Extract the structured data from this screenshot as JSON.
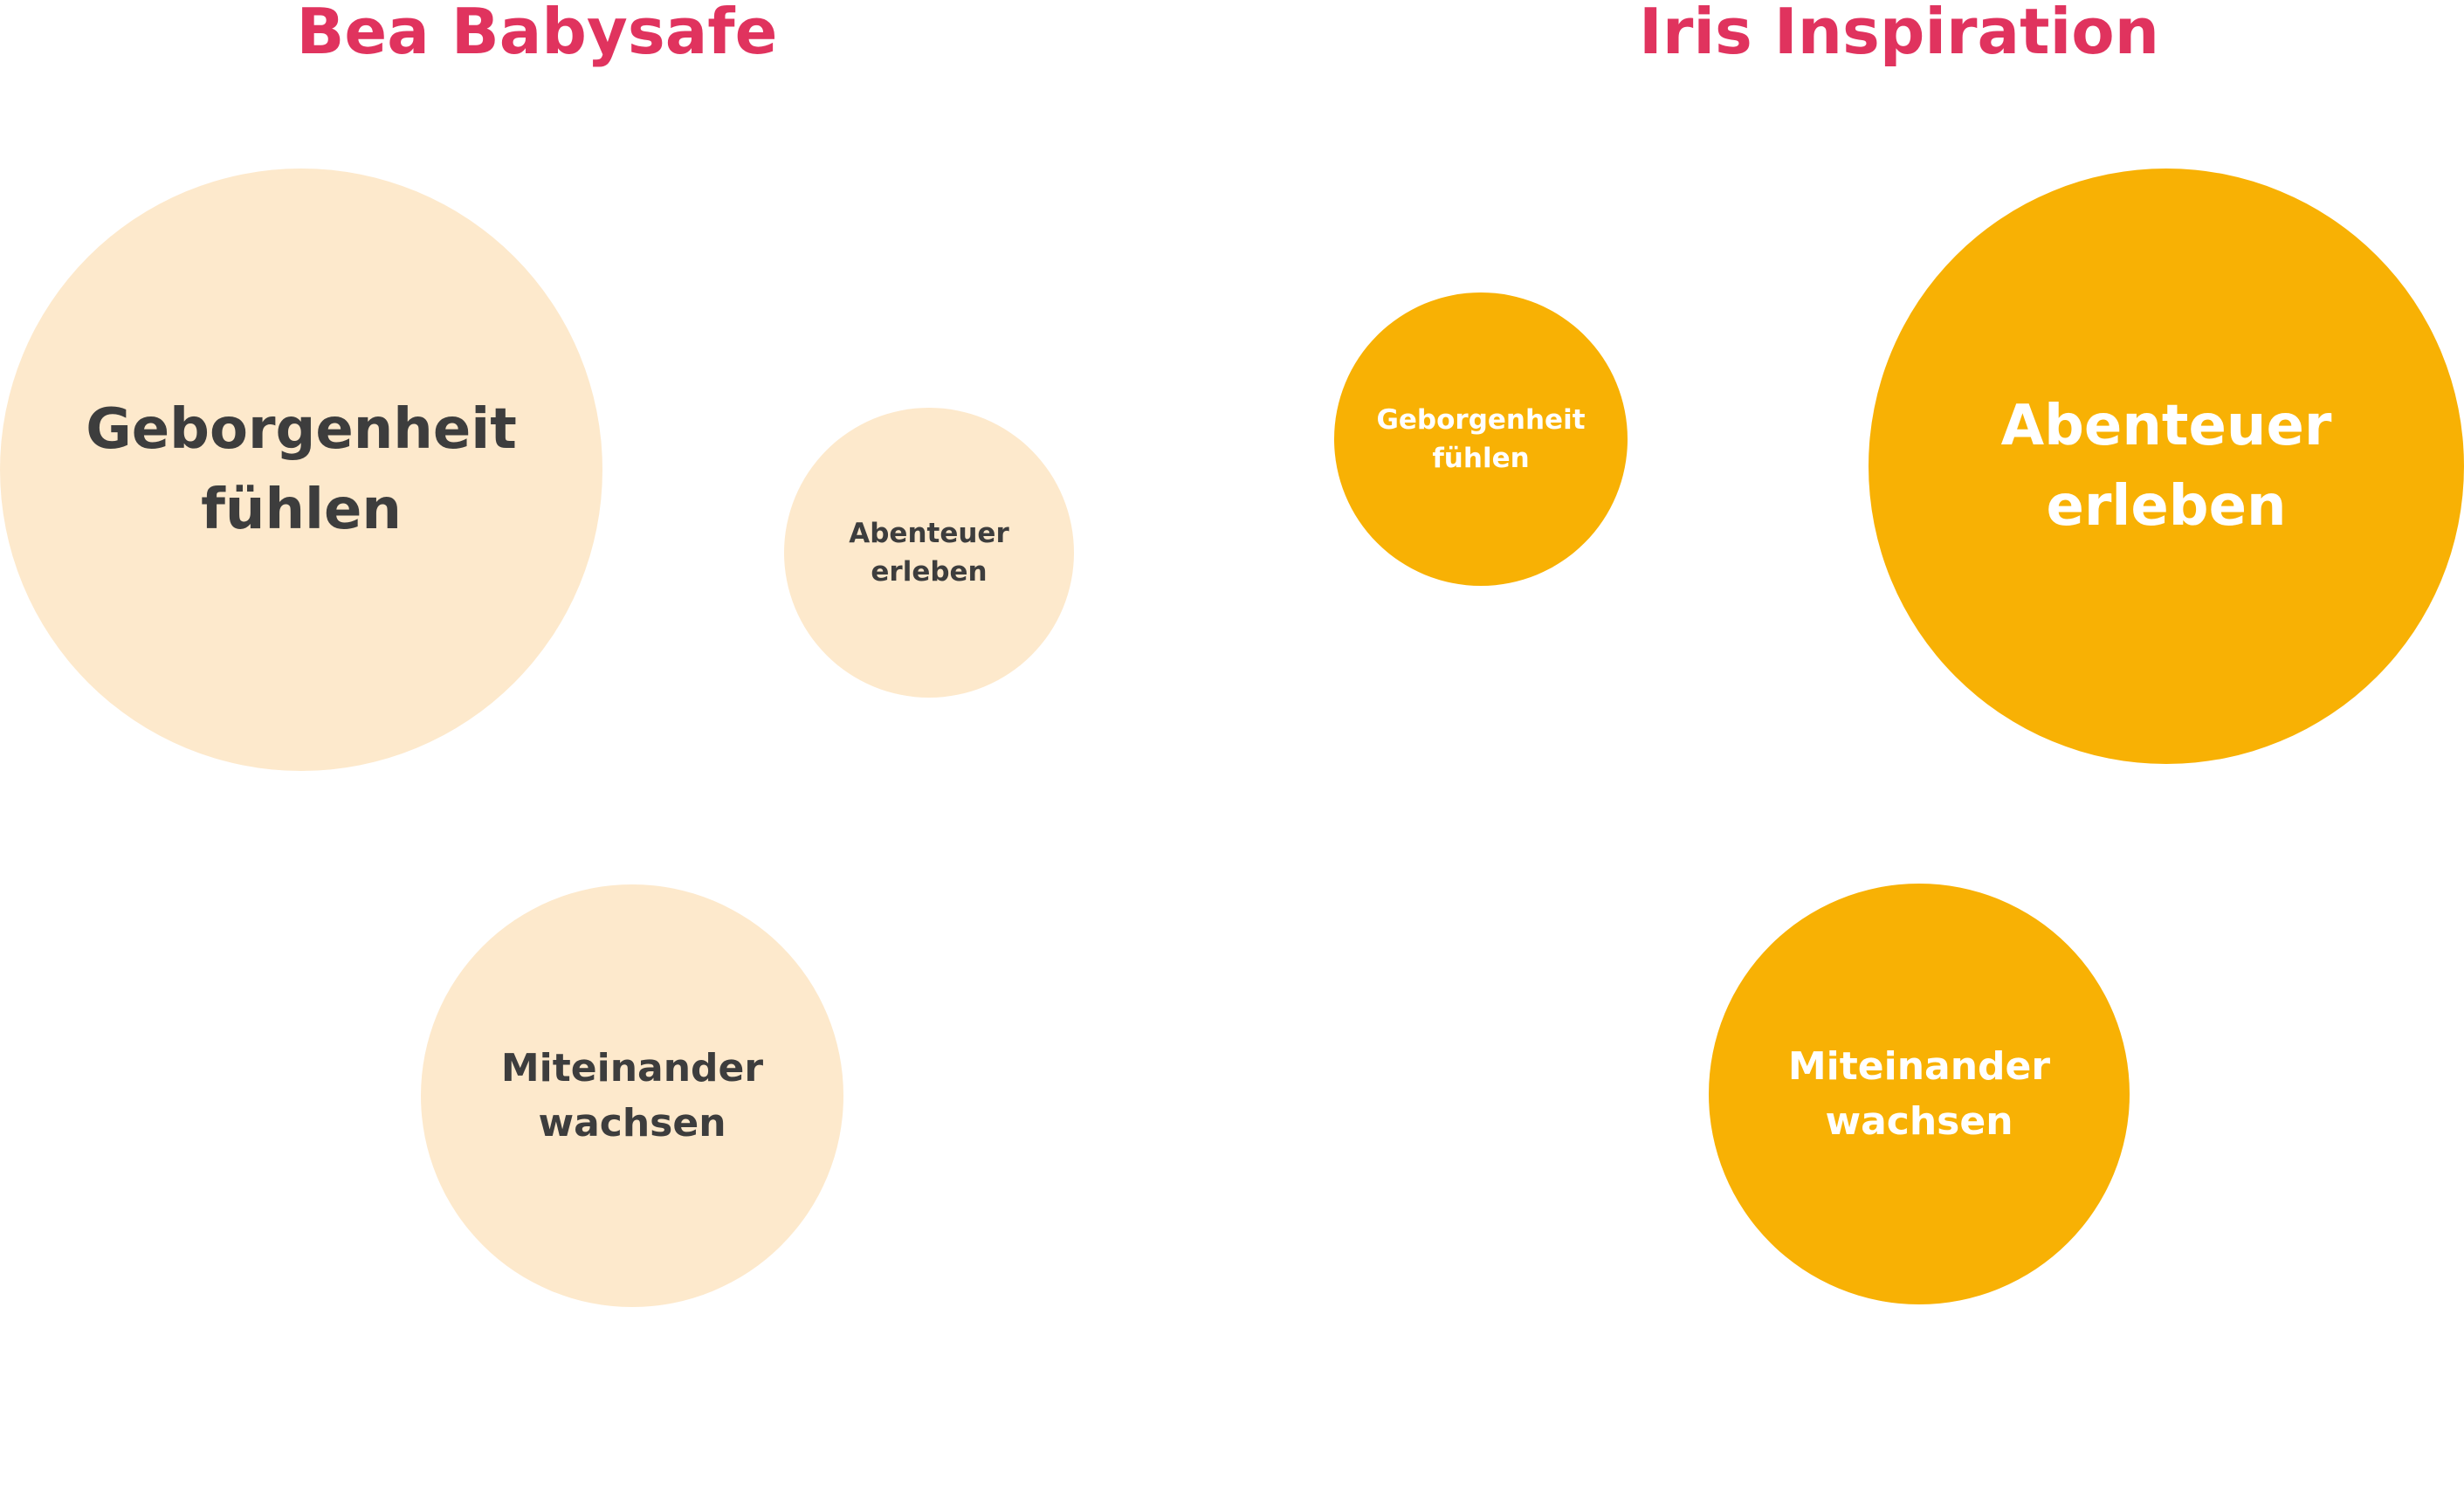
{
  "colors": {
    "title": "#e0335e",
    "bea_bubble": "#fde9cc",
    "bea_text": "#3d3d3d",
    "iris_bubble": "#f8b104",
    "iris_text": "#ffffff"
  },
  "groups": {
    "bea": {
      "title": "Bea Babysafe",
      "bubbles": {
        "geborgenheit": {
          "line1": "Geborgenheit",
          "line2": "fühlen"
        },
        "abenteuer": {
          "line1": "Abenteuer",
          "line2": "erleben"
        },
        "miteinander": {
          "line1": "Miteinander",
          "line2": "wachsen"
        }
      }
    },
    "iris": {
      "title": "Iris Inspiration",
      "bubbles": {
        "geborgenheit": {
          "line1": "Geborgenheit",
          "line2": "fühlen"
        },
        "abenteuer": {
          "line1": "Abenteuer",
          "line2": "erleben"
        },
        "miteinander": {
          "line1": "Miteinander",
          "line2": "wachsen"
        }
      }
    }
  }
}
